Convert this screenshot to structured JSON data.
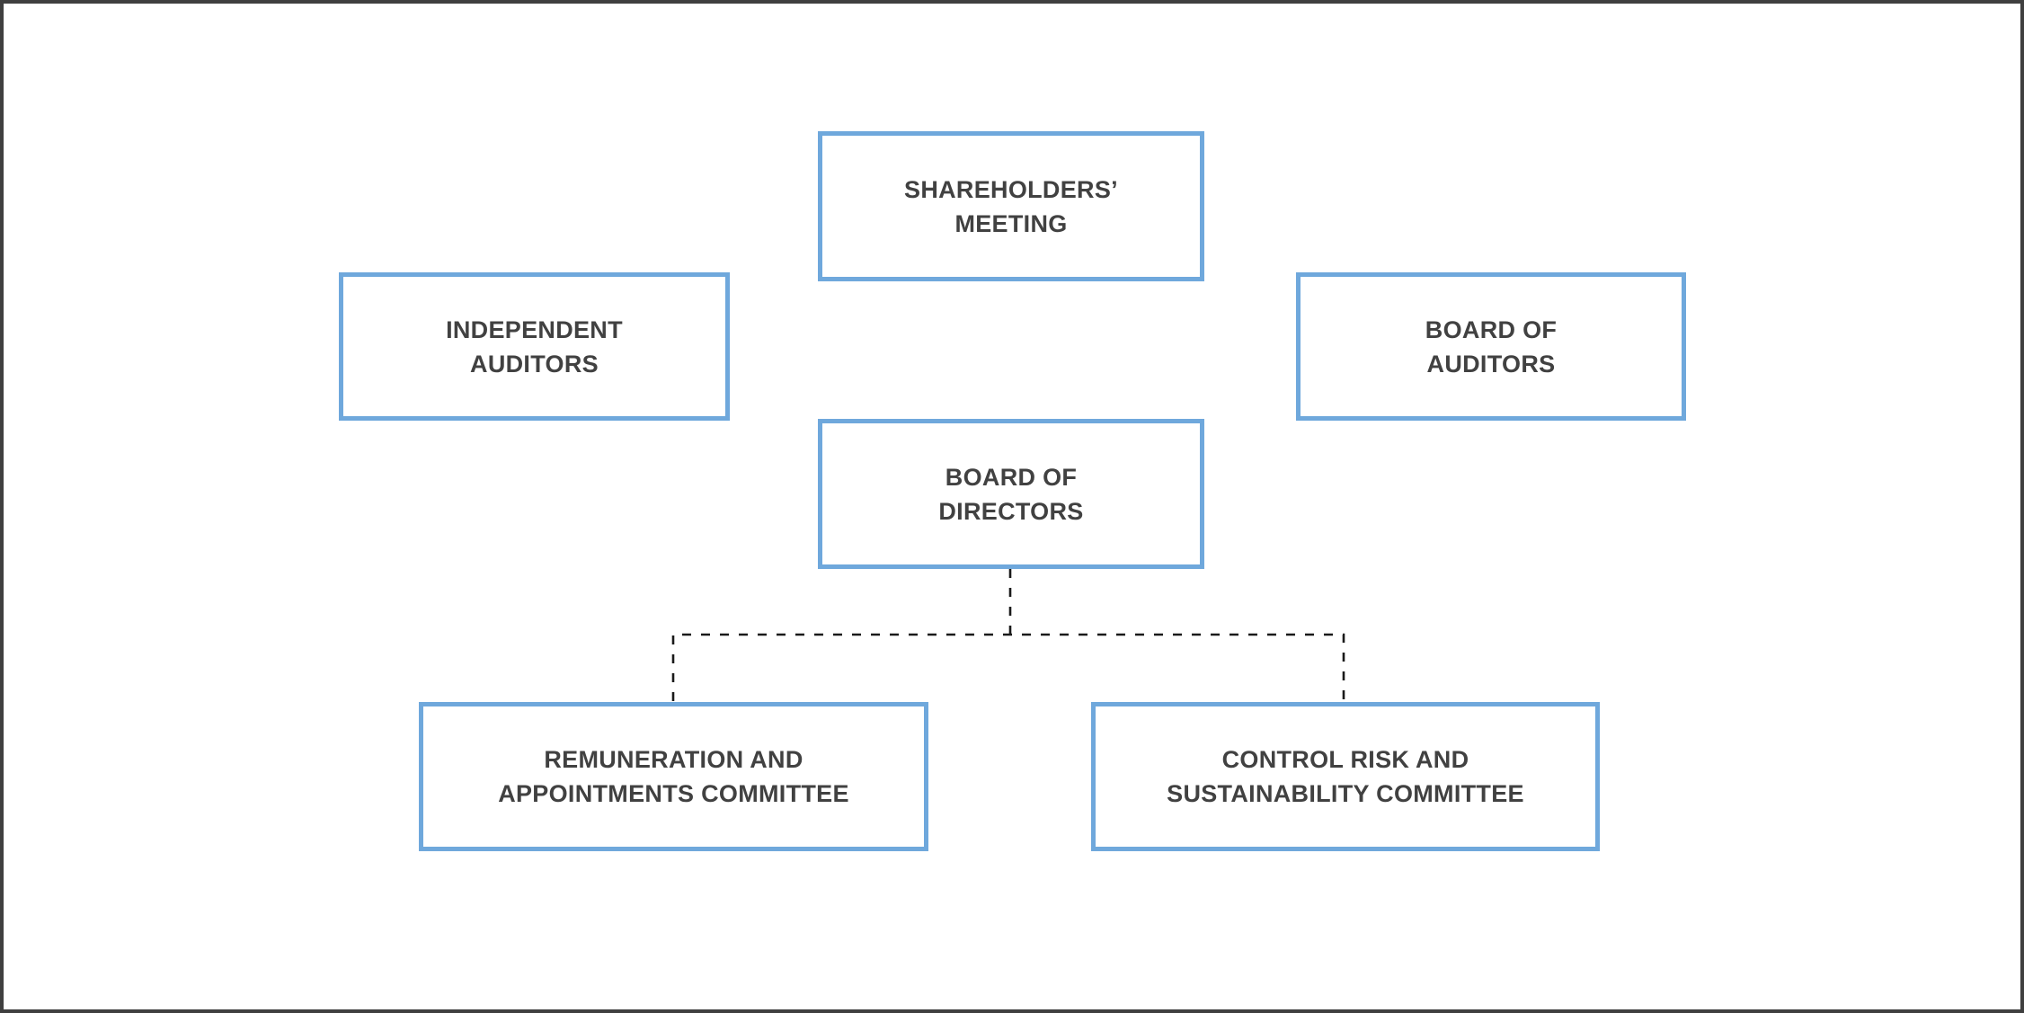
{
  "diagram": {
    "type": "org-chart",
    "colors": {
      "box_border": "#6FA8DC",
      "outer_frame": "#3F3F3F",
      "label_text": "#414141",
      "connector": "#1A1A1A",
      "background": "#FFFFFF"
    },
    "nodes": [
      {
        "id": "shareholders-meeting",
        "lines": [
          "SHAREHOLDERS’",
          "MEETING"
        ]
      },
      {
        "id": "independent-auditors",
        "lines": [
          "INDEPENDENT",
          "AUDITORS"
        ]
      },
      {
        "id": "board-of-auditors",
        "lines": [
          "BOARD OF",
          "AUDITORS"
        ]
      },
      {
        "id": "board-of-directors",
        "lines": [
          "BOARD OF",
          "DIRECTORS"
        ]
      },
      {
        "id": "remuneration-and-appointments-committee",
        "lines": [
          "REMUNERATION AND",
          "APPOINTMENTS COMMITTEE"
        ]
      },
      {
        "id": "control-risk-and-sustainability-committee",
        "lines": [
          "CONTROL RISK AND",
          "SUSTAINABILITY COMMITTEE"
        ]
      }
    ],
    "edges": [
      {
        "from": "board-of-directors",
        "to": "remuneration-and-appointments-committee",
        "style": "dashed"
      },
      {
        "from": "board-of-directors",
        "to": "control-risk-and-sustainability-committee",
        "style": "dashed"
      }
    ]
  }
}
